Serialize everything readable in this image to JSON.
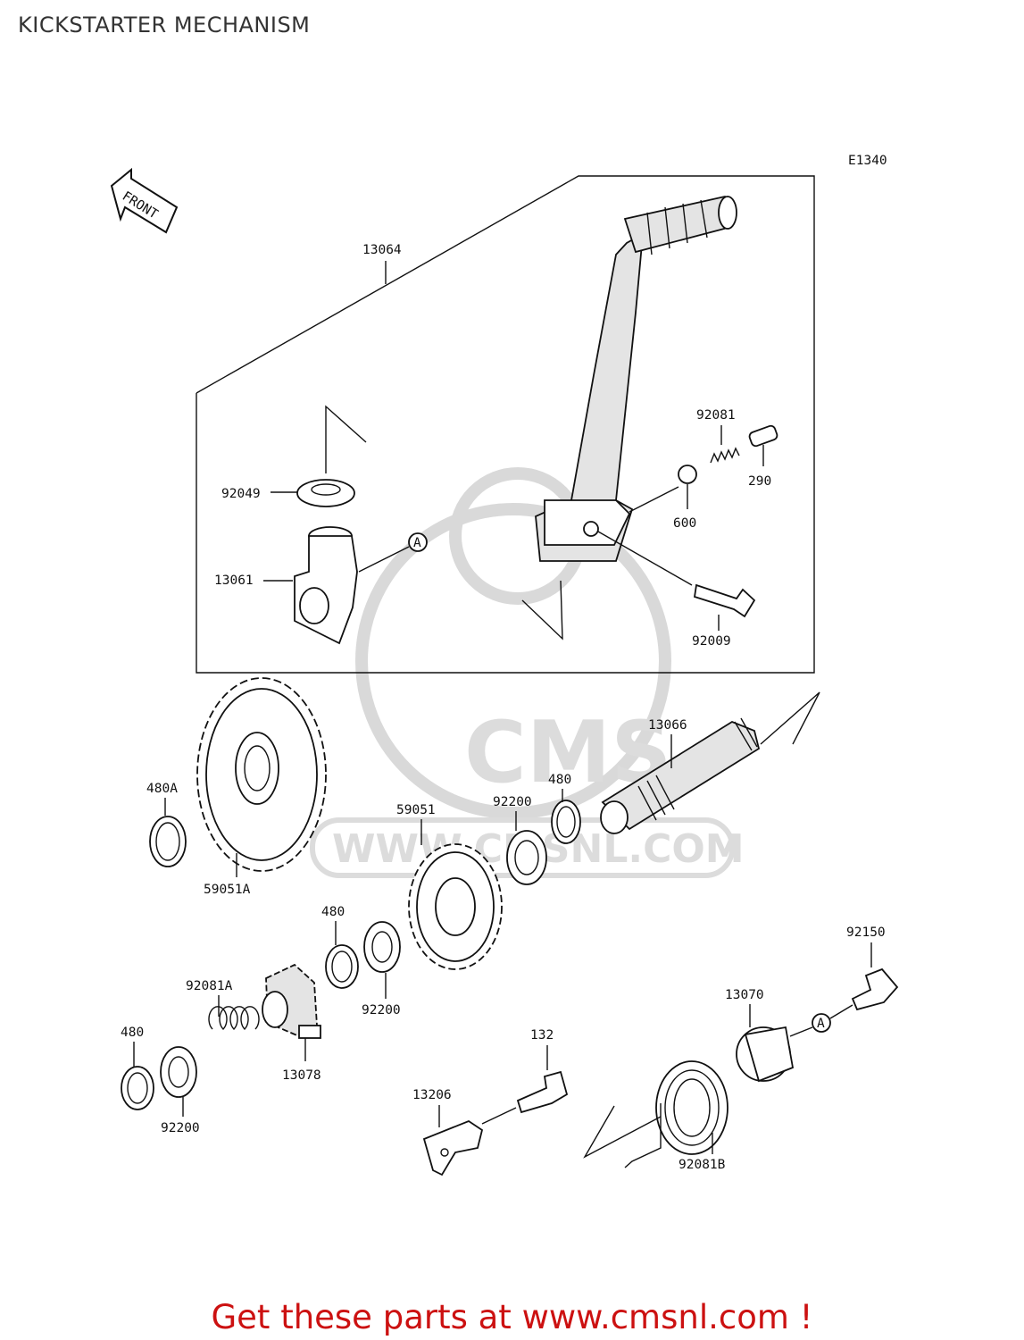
{
  "title": "KICKSTARTER MECHANISM",
  "diagram_code": "E1340",
  "front_label": "FRONT",
  "callout_letter": "A",
  "watermark": {
    "brand": "CMS",
    "url": "WWW.CMSNL.COM"
  },
  "labels": {
    "p13064": "13064",
    "p92081": "92081",
    "p290": "290",
    "p600": "600",
    "p92009": "92009",
    "p92049": "92049",
    "p13061": "13061",
    "p13066": "13066",
    "p480A": "480A",
    "p59051A": "59051A",
    "p59051": "59051",
    "p92200a": "92200",
    "p480a": "480",
    "p480b": "480",
    "p92200b": "92200",
    "p92081A": "92081A",
    "p480c": "480",
    "p92200c": "92200",
    "p13078": "13078",
    "p132": "132",
    "p13206": "13206",
    "p13070": "13070",
    "p92150": "92150",
    "p92081B": "92081B"
  },
  "footer": "Get these parts at www.cmsnl.com !"
}
